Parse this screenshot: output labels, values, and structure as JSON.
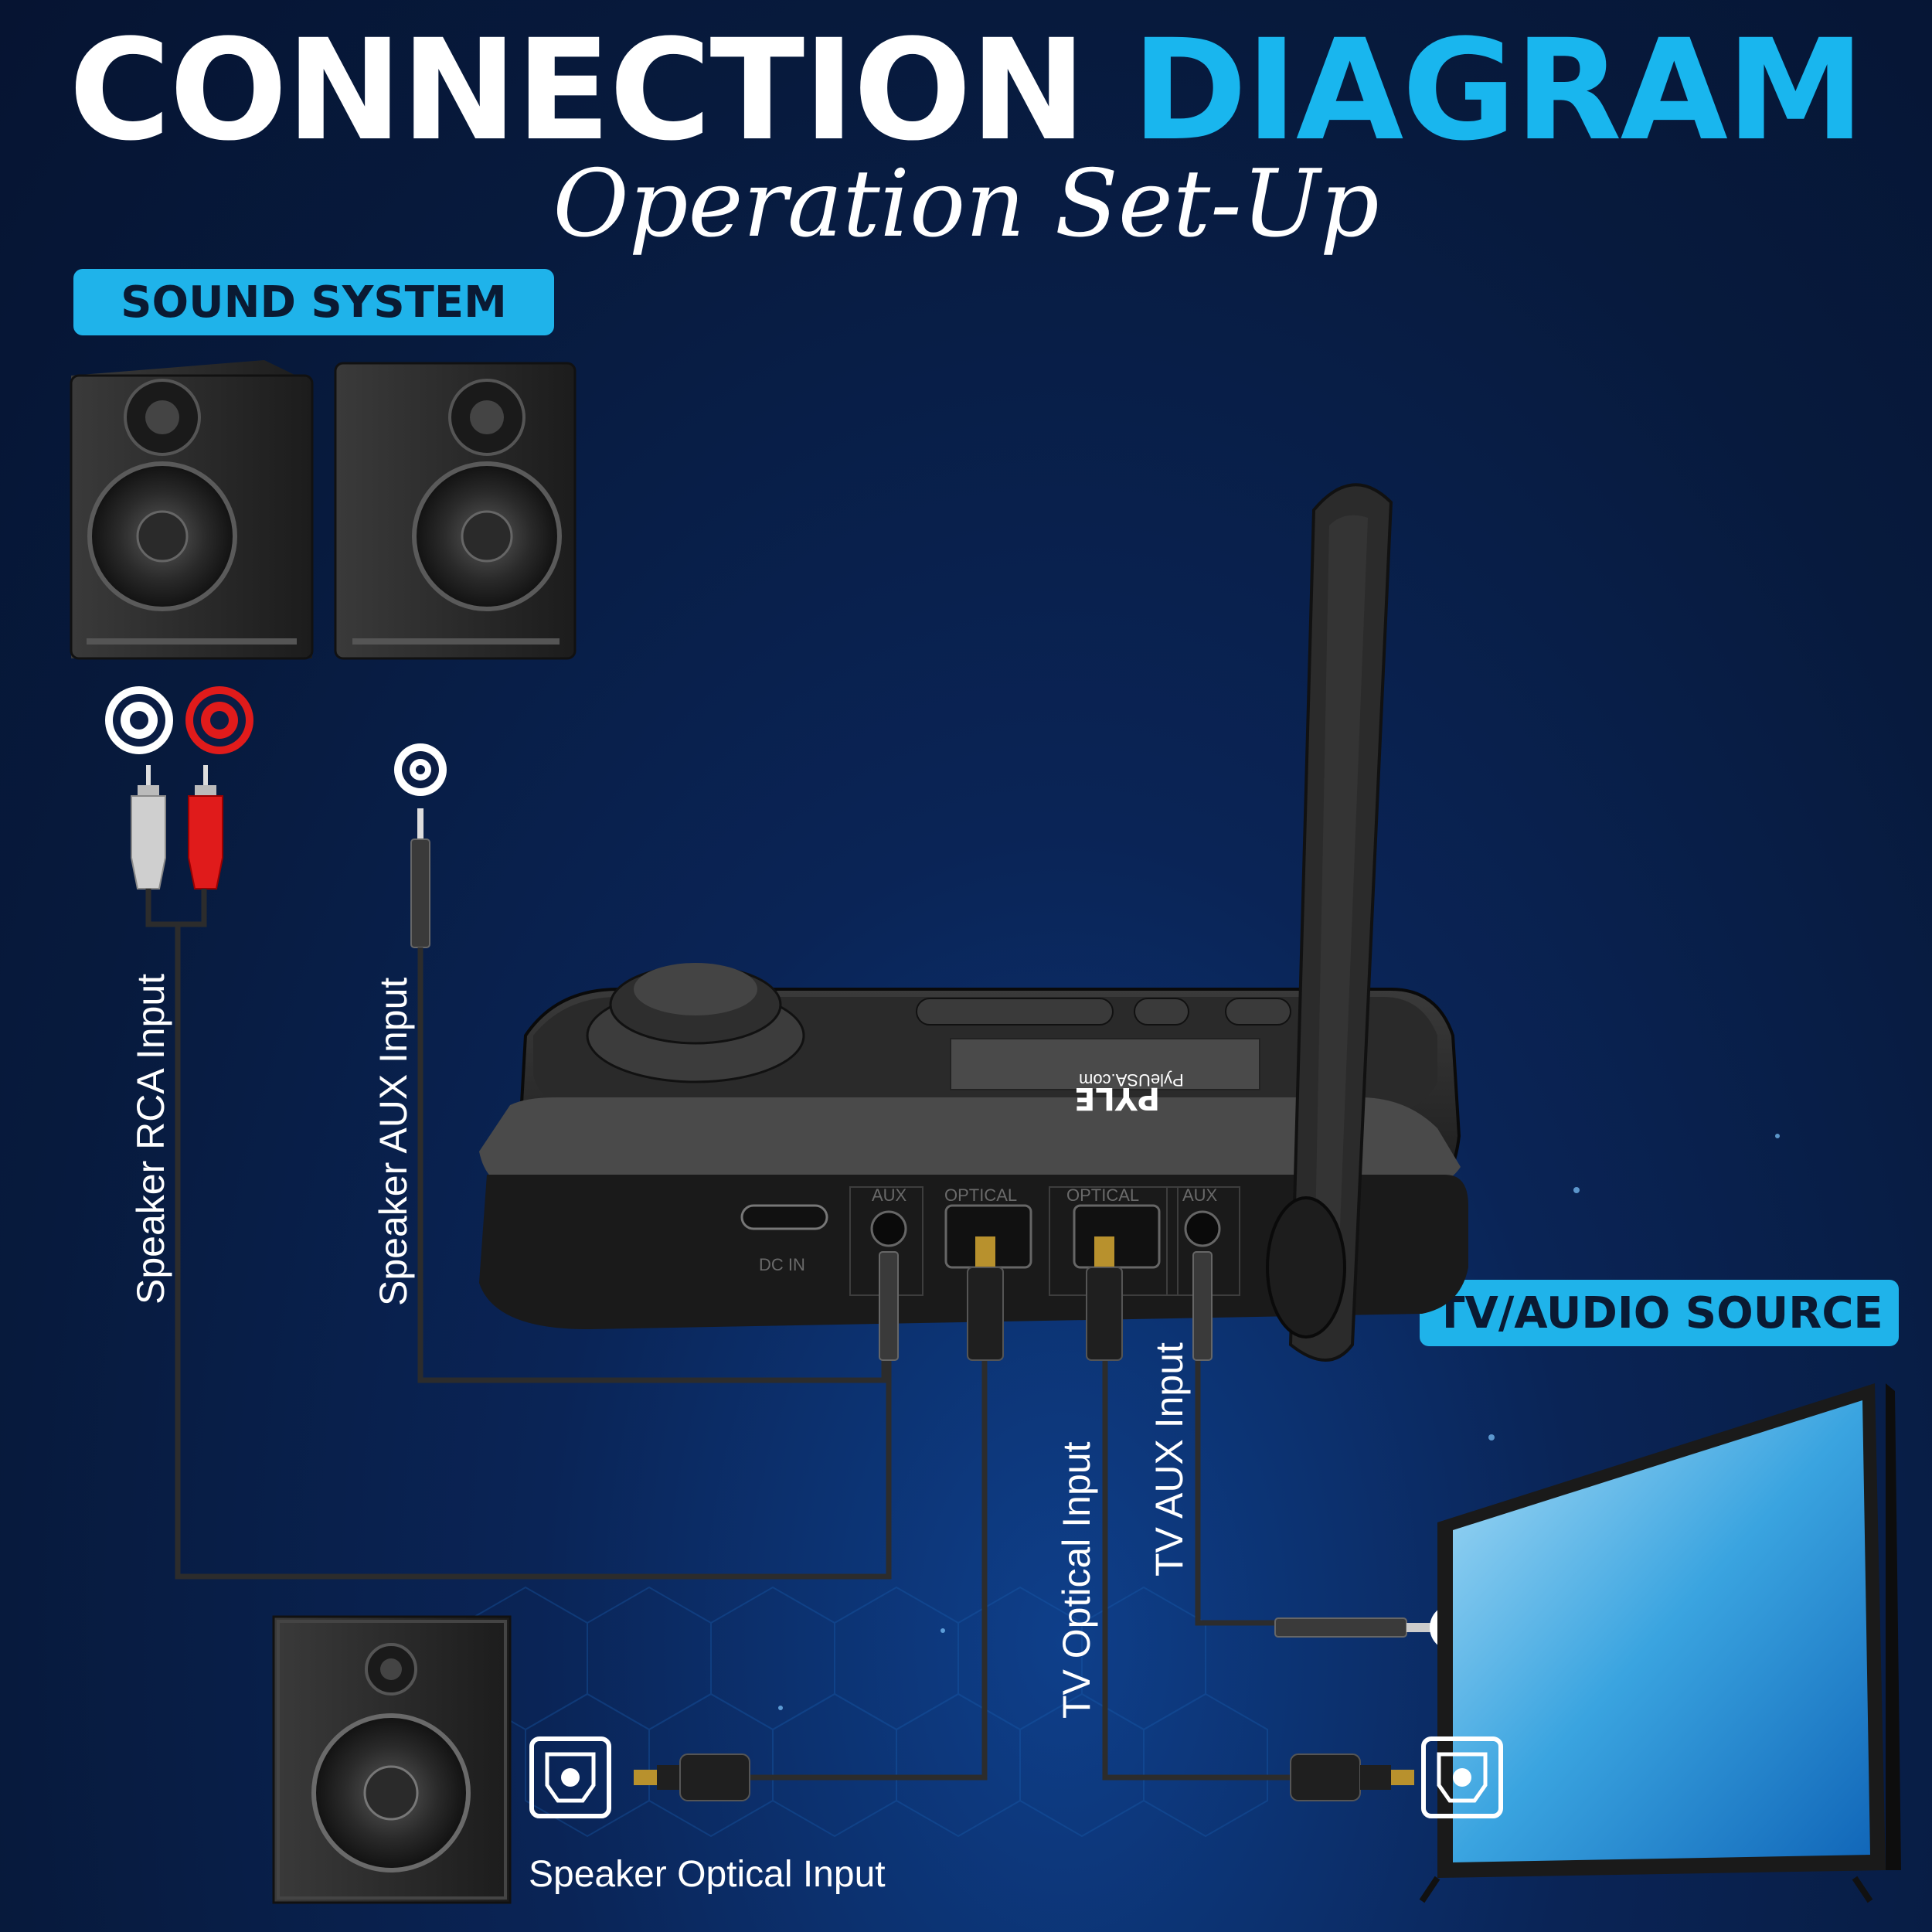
{
  "header": {
    "title_part1": "CONNECTION",
    "title_part2": "DIAGRAM",
    "subtitle": "Operation Set-Up"
  },
  "badges": {
    "sound_system": "SOUND SYSTEM",
    "tv_audio_source": "TV/AUDIO SOURCE"
  },
  "labels": {
    "speaker_rca_input": "Speaker RCA Input",
    "speaker_aux_input": "Speaker AUX Input",
    "tv_optical_input": "TV Optical Input",
    "tv_aux_input": "TV AUX Input",
    "speaker_optical_input": "Speaker Optical Input"
  },
  "device": {
    "brand": "PYLE",
    "url": "PyleUSA.com",
    "ports": {
      "dc_in": "DC IN",
      "aux_left": "AUX",
      "optical_left": "OPTICAL",
      "optical_right": "OPTICAL",
      "aux_right": "AUX"
    }
  },
  "colors": {
    "accent": "#1fb3ea",
    "cable": "#2c2c2c",
    "rca_red": "#e01b1b",
    "rca_white": "#ffffff"
  }
}
